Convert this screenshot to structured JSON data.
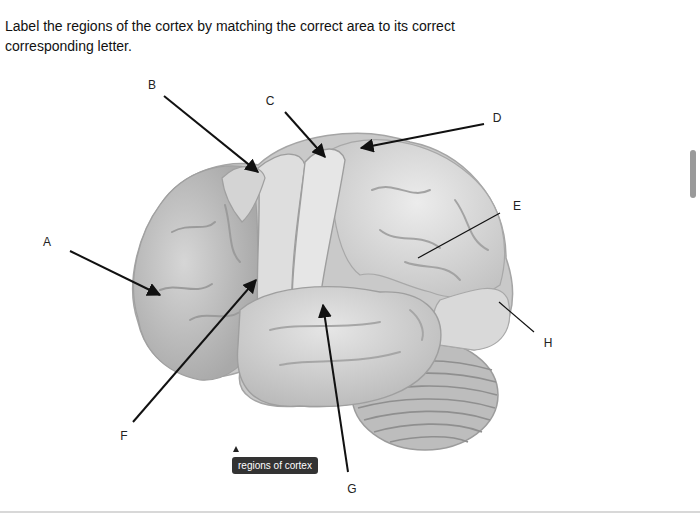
{
  "diagram": {
    "title": "Label the regions of the cortex by matching the correct area to its correct corresponding letter.",
    "nodes": [
      {
        "text": [
          "regions of cortex"
        ]
      }
    ],
    "edges": [],
    "labels": [
      "B",
      "C",
      "D",
      "E",
      "A",
      "H",
      "F",
      "G"
    ]
  }
}
